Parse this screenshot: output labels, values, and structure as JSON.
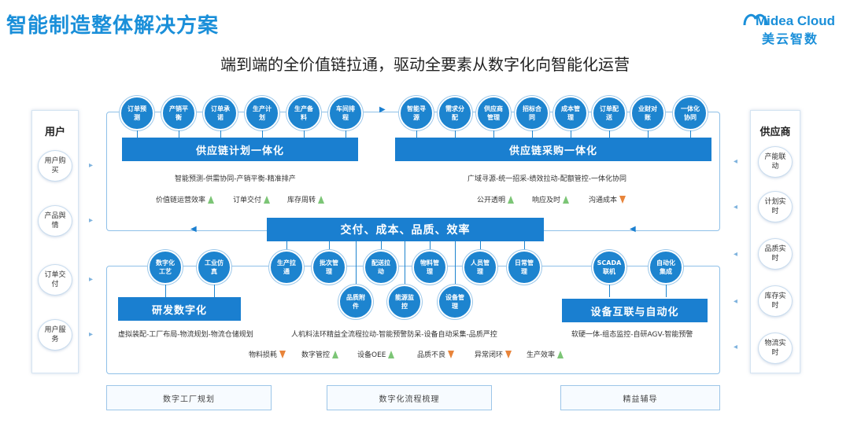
{
  "header": {
    "title": "智能制造整体解决方案",
    "logo_text": "Midea Cloud",
    "logo_sub": "美云智数",
    "subtitle": "端到端的全价值链拉通，驱动全要素从数字化向智能化运营"
  },
  "left_panel": {
    "title": "用户",
    "items": [
      "用户购买",
      "产品舆情",
      "订单交付",
      "用户服务"
    ]
  },
  "right_panel": {
    "title": "供应商",
    "items": [
      "产能联动",
      "计划实时",
      "品质实时",
      "库存实时",
      "物流实时"
    ]
  },
  "top_left": {
    "circles": [
      "订单预测",
      "产销平衡",
      "订单承诺",
      "生产计划",
      "生产备料",
      "车间排程"
    ],
    "bar": "供应链计划一体化",
    "desc": "智能预测-供需协同-产销平衡-精准排产",
    "metrics": [
      {
        "label": "价值链运营效率",
        "dir": "up"
      },
      {
        "label": "订单交付",
        "dir": "up"
      },
      {
        "label": "库存周转",
        "dir": "up"
      }
    ]
  },
  "top_right": {
    "circles": [
      "智能寻源",
      "需求分配",
      "供应商管理",
      "招标合同",
      "成本管理",
      "订单配送",
      "业财对账",
      "一体化协同"
    ],
    "bar": "供应链采购一体化",
    "desc": "广域寻源-统一招采-绩效拉动-配额管控-一体化协同",
    "metrics": [
      {
        "label": "公开透明",
        "dir": "up"
      },
      {
        "label": "响应及时",
        "dir": "up"
      },
      {
        "label": "沟通成本",
        "dir": "down"
      }
    ]
  },
  "center_bar": "交付、成本、品质、效率",
  "bottom_left": {
    "circles": [
      "数字化工艺",
      "工业仿真"
    ],
    "bar": "研发数字化",
    "desc": "虚拟装配-工厂布局-物流规划-物流仓储规划"
  },
  "bottom_center": {
    "circles_top": [
      "生产拉通",
      "批次管理",
      "配送拉动",
      "物料管理",
      "人员管理",
      "日常管理"
    ],
    "circles_low": [
      "品质附件",
      "能源监控",
      "设备管理"
    ],
    "desc": "人机料法环精益全流程拉动-智能预警防呆-设备自动采集-品质严控"
  },
  "bottom_right": {
    "circles": [
      "SCADA联机",
      "自动化集成"
    ],
    "bar": "设备互联与自动化",
    "desc": "软硬一体-组态监控-自研AGV-智能预警"
  },
  "bottom_metrics": [
    {
      "label": "物料损耗",
      "dir": "down"
    },
    {
      "label": "数字管控",
      "dir": "up"
    },
    {
      "label": "设备OEE",
      "dir": "up"
    },
    {
      "label": "品质不良",
      "dir": "down"
    },
    {
      "label": "异常闭环",
      "dir": "down"
    },
    {
      "label": "生产效率",
      "dir": "up"
    }
  ],
  "footer": [
    "数字工厂规划",
    "数字化流程梳理",
    "精益辅导"
  ],
  "colors": {
    "primary": "#1a7fd0",
    "up_arrow": "#7cc576",
    "down_arrow": "#e8843a",
    "frame": "#8fc0e8"
  }
}
